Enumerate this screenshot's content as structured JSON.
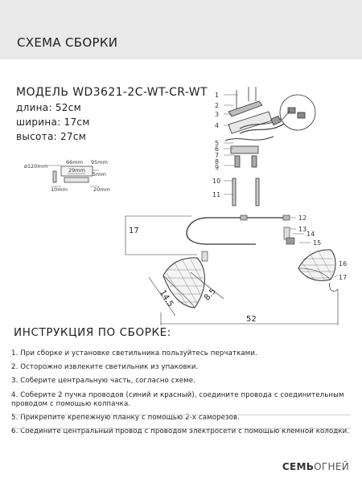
{
  "header": {
    "title": "СХЕМА СБОРКИ"
  },
  "model": {
    "label": "МОДЕЛЬ",
    "code": "WD3621-2C-WT-CR-WT"
  },
  "specs": [
    {
      "label": "длина:",
      "value": "52см"
    },
    {
      "label": "ширина:",
      "value": "17см"
    },
    {
      "label": "высота:",
      "value": "27см"
    }
  ],
  "detail_dims": {
    "d120": "ø120mm",
    "d66": "66mm",
    "d95": "95mm",
    "d29": "29mm",
    "d5": "5mm",
    "d10": "10mm",
    "d20": "20mm"
  },
  "part_numbers": [
    "1",
    "2",
    "3",
    "4",
    "5",
    "6",
    "7",
    "8",
    "9",
    "10",
    "11",
    "12",
    "13",
    "14",
    "15",
    "16",
    "17"
  ],
  "dimensions": {
    "width": "17",
    "depth_a": "14.5",
    "depth_b": "8.5",
    "length": "52"
  },
  "instructions": {
    "title": "ИНСТРУКЦИЯ ПО СБОРКЕ:",
    "steps": [
      "1. При сборке и установке светильника пользуйтесь перчатками.",
      "2. Осторожно извлеките светильник из упаковки.",
      "3. Соберите центральную часть, согласно схеме.",
      "4. Соберите 2 пучка проводов (синий и красный), соедините провода с соединительным проводом с помощью колпачка.",
      "5. Прикрепите крепежную планку с помощью 2-х саморезов.",
      "6. Соедините центральный провод с проводом электросети с помощью клемной колодки."
    ]
  },
  "brand": {
    "bold": "СЕМЬ",
    "light": "ОГНЕЙ"
  }
}
